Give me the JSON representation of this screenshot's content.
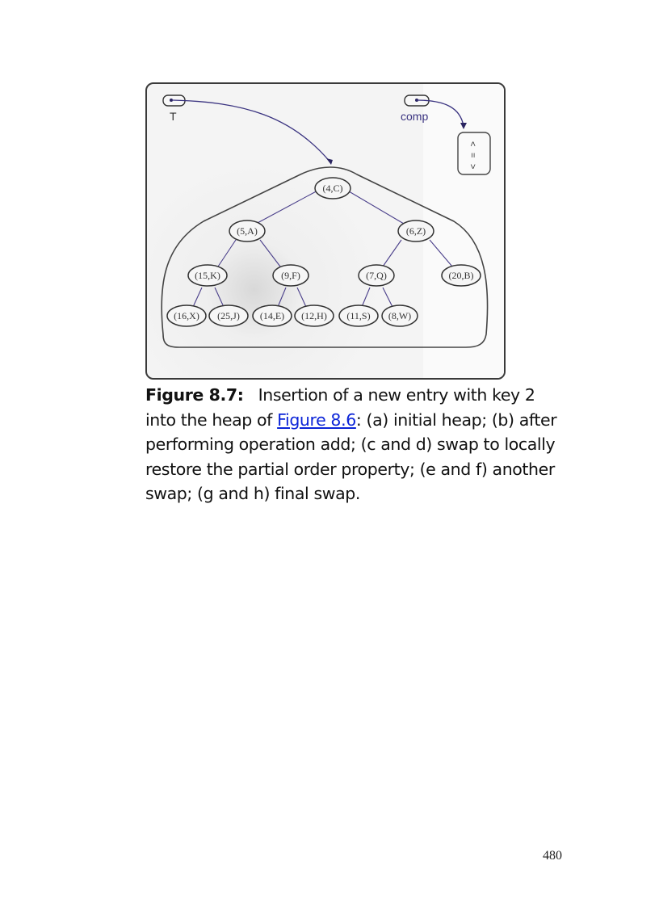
{
  "figure": {
    "pointer_T_label": "T",
    "pointer_comp_label": "comp",
    "comparator_symbols": [
      "<",
      "=",
      ">"
    ],
    "heap_nodes": [
      {
        "id": "n0",
        "label": "(4,C)",
        "level": 0
      },
      {
        "id": "n1",
        "label": "(5,A)",
        "level": 1
      },
      {
        "id": "n2",
        "label": "(6,Z)",
        "level": 1
      },
      {
        "id": "n3",
        "label": "(15,K)",
        "level": 2
      },
      {
        "id": "n4",
        "label": "(9,F)",
        "level": 2
      },
      {
        "id": "n5",
        "label": "(7,Q)",
        "level": 2
      },
      {
        "id": "n6",
        "label": "(20,B)",
        "level": 2
      },
      {
        "id": "n7",
        "label": "(16,X)",
        "level": 3
      },
      {
        "id": "n8",
        "label": "(25,J)",
        "level": 3
      },
      {
        "id": "n9",
        "label": "(14,E)",
        "level": 3
      },
      {
        "id": "n10",
        "label": "(12,H)",
        "level": 3
      },
      {
        "id": "n11",
        "label": "(11,S)",
        "level": 3
      },
      {
        "id": "n12",
        "label": "(8,W)",
        "level": 3
      }
    ],
    "edges": [
      [
        "n0",
        "n1"
      ],
      [
        "n0",
        "n2"
      ],
      [
        "n1",
        "n3"
      ],
      [
        "n1",
        "n4"
      ],
      [
        "n2",
        "n5"
      ],
      [
        "n2",
        "n6"
      ],
      [
        "n3",
        "n7"
      ],
      [
        "n3",
        "n8"
      ],
      [
        "n4",
        "n9"
      ],
      [
        "n4",
        "n10"
      ],
      [
        "n5",
        "n11"
      ],
      [
        "n5",
        "n12"
      ]
    ]
  },
  "caption": {
    "label": "Figure 8.7:",
    "text_before_link": "Insertion of a new entry with key 2 into the heap of ",
    "link_text": "Figure 8.6",
    "text_after_link": ": (a) initial heap; (b) after performing operation add; (c and d) swap to locally restore the partial order property; (e and f) another swap; (g and h) final swap."
  },
  "page_number": "480",
  "colors": {
    "link": "#0b24d8",
    "edge": "#4a3f8a",
    "frame": "#3a3a3a"
  }
}
